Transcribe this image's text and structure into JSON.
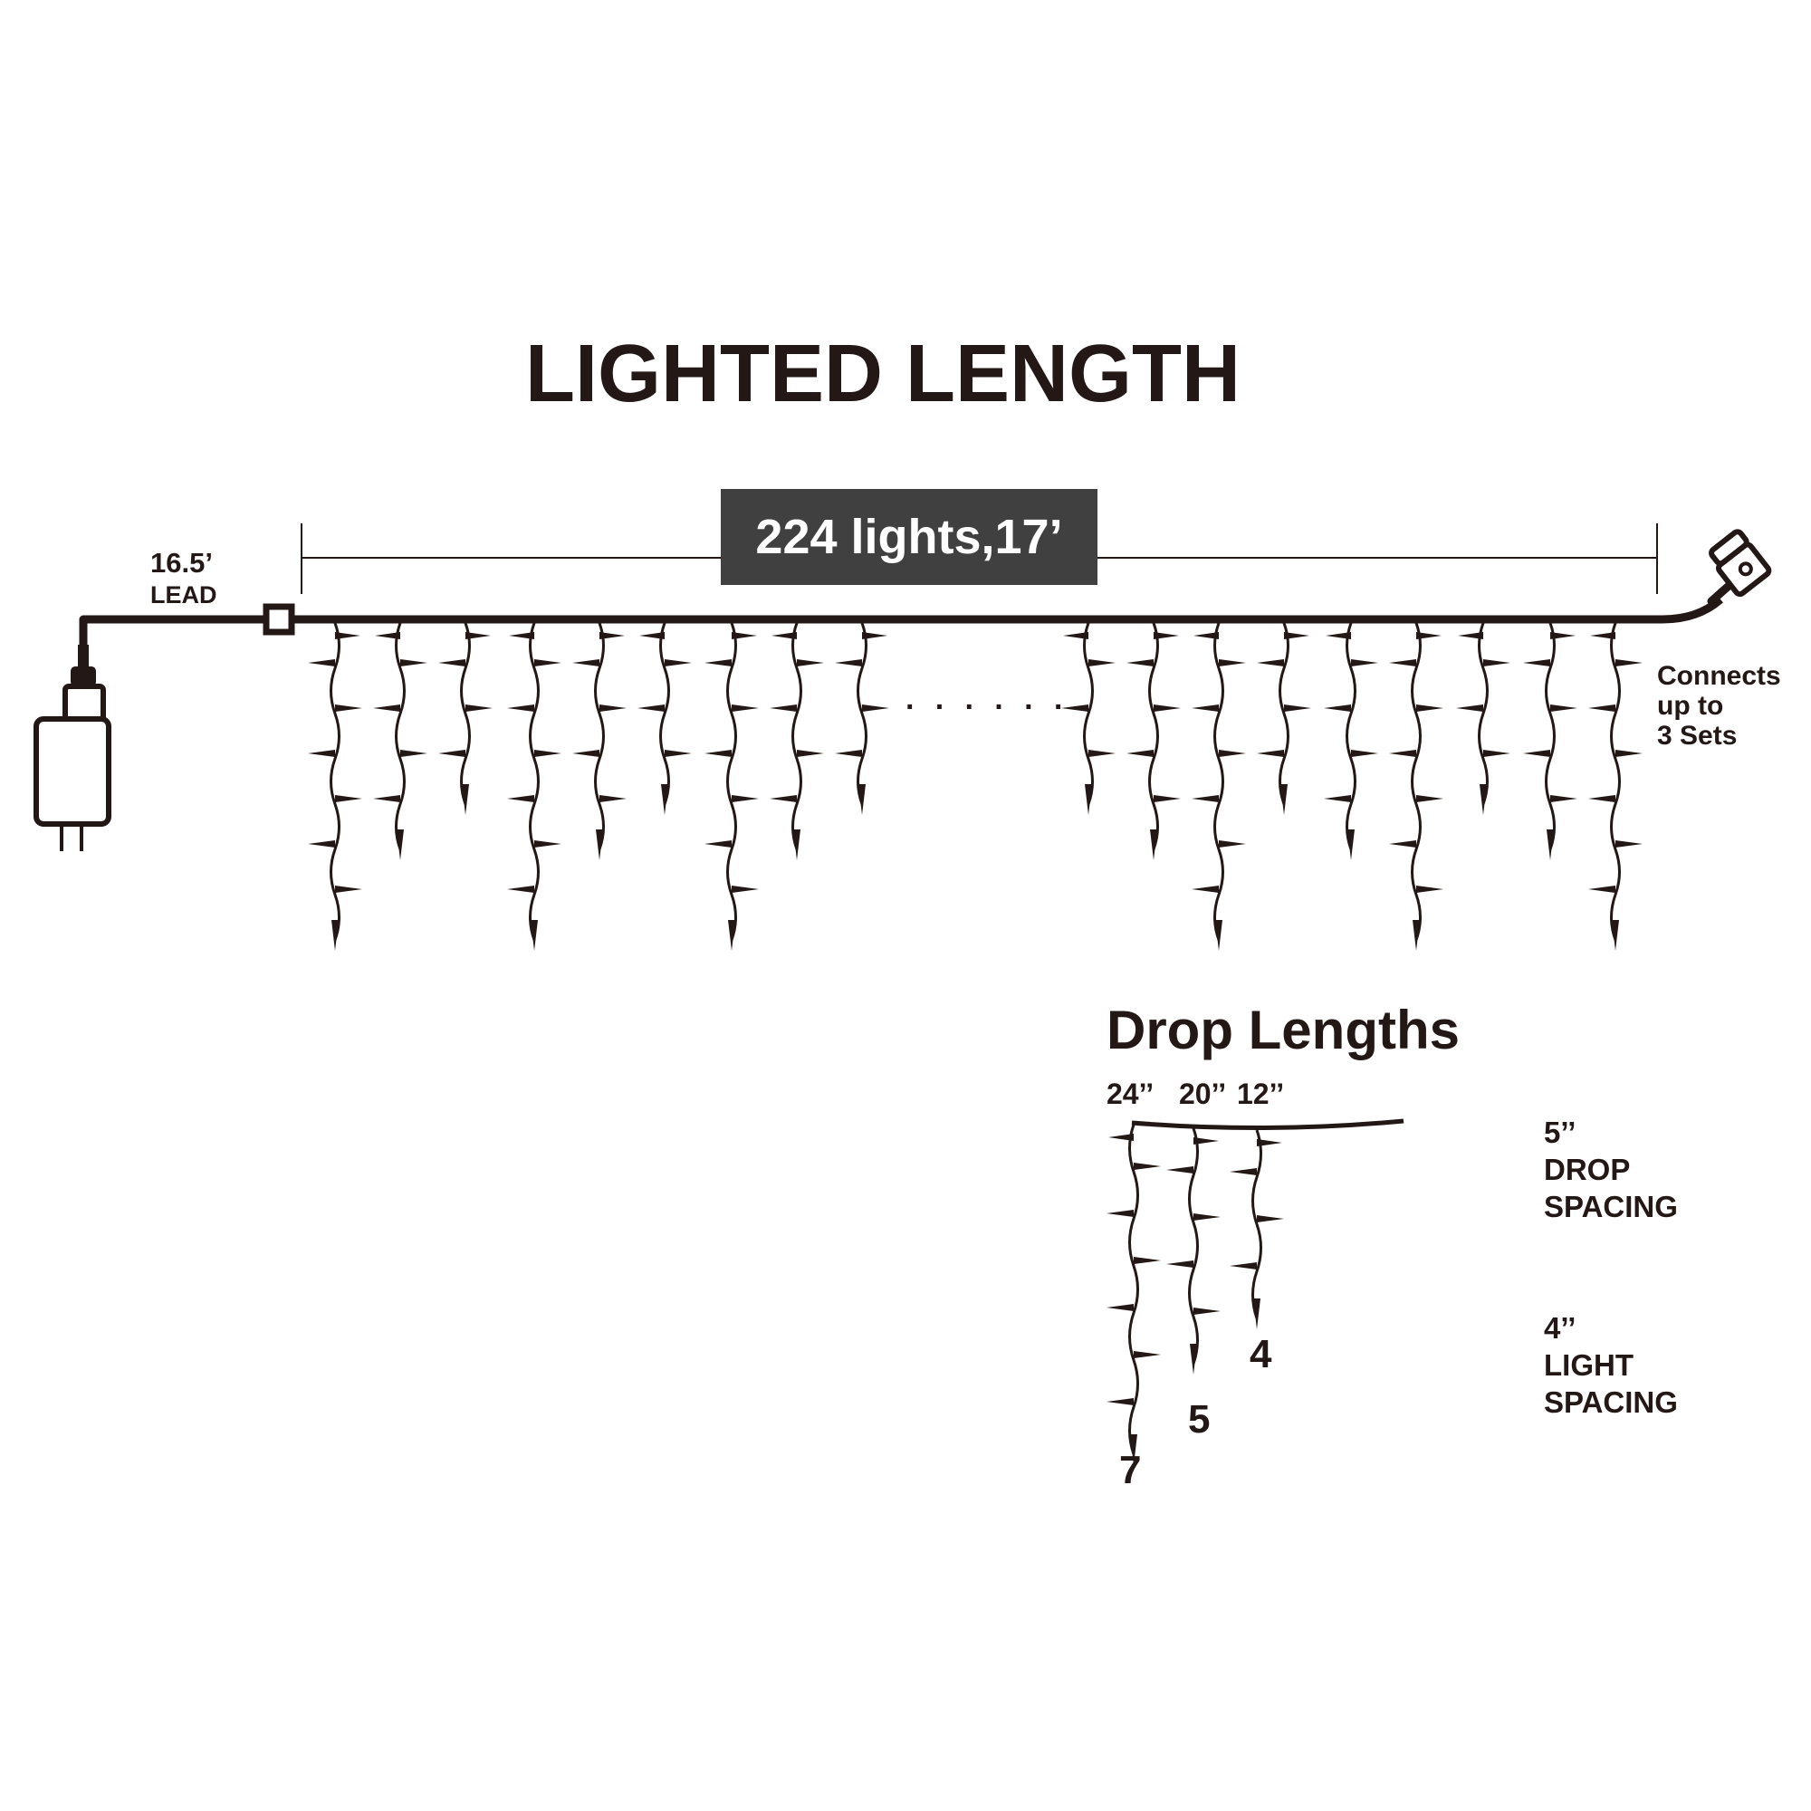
{
  "title": "LIGHTED LENGTH",
  "lighted_length_badge": "224 lights,17’",
  "lead": {
    "value": "16.5’",
    "label": "LEAD"
  },
  "connects": [
    "Connects",
    "up to",
    "3 Sets"
  ],
  "continuation": "· · · · · ·",
  "drop_lengths": {
    "title": "Drop Lengths",
    "lengths": [
      "24’’",
      "20’’",
      "12’’"
    ],
    "light_counts": [
      "7",
      "5",
      "4"
    ]
  },
  "drop_spacing": {
    "value": "5’’",
    "label_1": "DROP",
    "label_2": "SPACING"
  },
  "light_spacing": {
    "value": "4’’",
    "label_1": "LIGHT",
    "label_2": "SPACING"
  },
  "colors": {
    "line": "#231815",
    "badge_bg": "#404040",
    "badge_text": "#ffffff",
    "background": "#ffffff"
  },
  "drop_pattern_lights": [
    7,
    5,
    4
  ]
}
